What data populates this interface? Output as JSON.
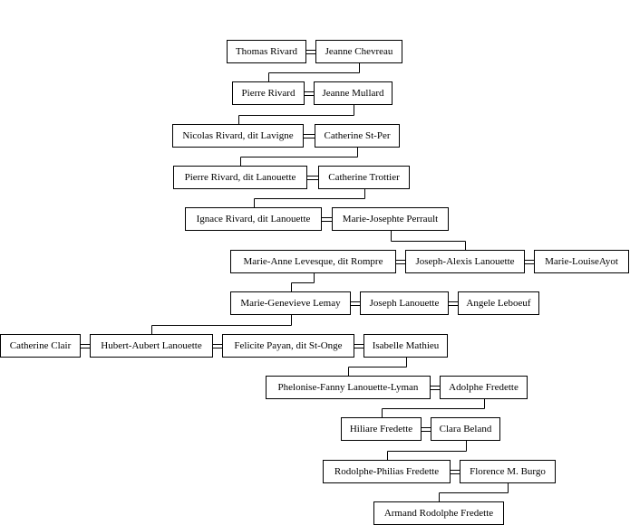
{
  "people": [
    {
      "id": "thomas",
      "name": "Thomas Rivard"
    },
    {
      "id": "jeanne_c",
      "name": "Jeanne Chevreau"
    },
    {
      "id": "pierre1",
      "name": "Pierre Rivard"
    },
    {
      "id": "jeanne_m",
      "name": "Jeanne Mullard"
    },
    {
      "id": "nicolas",
      "name": "Nicolas Rivard, dit Lavigne"
    },
    {
      "id": "catherine_st",
      "name": "Catherine St-Per"
    },
    {
      "id": "pierre2",
      "name": "Pierre Rivard, dit Lanouette"
    },
    {
      "id": "catherine_t",
      "name": "Catherine Trottier"
    },
    {
      "id": "ignace",
      "name": "Ignace Rivard, dit Lanouette"
    },
    {
      "id": "marie_jp",
      "name": "Marie-Josephte Perrault"
    },
    {
      "id": "marie_al",
      "name": "Marie-Anne Levesque, dit Rompre"
    },
    {
      "id": "joseph_al",
      "name": "Joseph-Alexis Lanouette"
    },
    {
      "id": "marie_la",
      "name": "Marie-LouiseAyot"
    },
    {
      "id": "marie_gl",
      "name": "Marie-Genevieve Lemay"
    },
    {
      "id": "joseph_l",
      "name": "Joseph Lanouette"
    },
    {
      "id": "angele",
      "name": "Angele Leboeuf"
    },
    {
      "id": "catherine_c",
      "name": "Catherine Clair"
    },
    {
      "id": "hubert",
      "name": "Hubert-Aubert Lanouette"
    },
    {
      "id": "felicite",
      "name": "Felicite Payan, dit St-Onge"
    },
    {
      "id": "isabelle",
      "name": "Isabelle Mathieu"
    },
    {
      "id": "phelonise",
      "name": "Phelonise-Fanny Lanouette-Lyman"
    },
    {
      "id": "adolphe",
      "name": "Adolphe Fredette"
    },
    {
      "id": "hiliare",
      "name": "Hiliare Fredette"
    },
    {
      "id": "clara",
      "name": "Clara Beland"
    },
    {
      "id": "rodolphe",
      "name": "Rodolphe-Philias Fredette"
    },
    {
      "id": "florence",
      "name": "Florence M. Burgo"
    },
    {
      "id": "armand",
      "name": "Armand Rodolphe Fredette"
    }
  ],
  "marriages": [
    [
      "thomas",
      "jeanne_c"
    ],
    [
      "pierre1",
      "jeanne_m"
    ],
    [
      "nicolas",
      "catherine_st"
    ],
    [
      "pierre2",
      "catherine_t"
    ],
    [
      "ignace",
      "marie_jp"
    ],
    [
      "marie_al",
      "joseph_al"
    ],
    [
      "joseph_al",
      "marie_la"
    ],
    [
      "marie_gl",
      "joseph_l"
    ],
    [
      "joseph_l",
      "angele"
    ],
    [
      "catherine_c",
      "hubert"
    ],
    [
      "hubert",
      "felicite"
    ],
    [
      "felicite",
      "isabelle"
    ],
    [
      "phelonise",
      "adolphe"
    ],
    [
      "hiliare",
      "clara"
    ],
    [
      "rodolphe",
      "florence"
    ]
  ],
  "descents": [
    {
      "from": "jeanne_c",
      "to": "pierre1"
    },
    {
      "from": "jeanne_m",
      "to": "nicolas"
    },
    {
      "from": "catherine_st",
      "to": "pierre2"
    },
    {
      "from": "catherine_t",
      "to": "ignace"
    },
    {
      "from": "marie_jp",
      "to": "joseph_al"
    },
    {
      "from": "marie_al",
      "to": "marie_gl"
    },
    {
      "from": "marie_gl",
      "to": "hubert"
    },
    {
      "from": "isabelle",
      "to": "phelonise"
    },
    {
      "from": "adolphe",
      "to": "hiliare"
    },
    {
      "from": "clara",
      "to": "rodolphe"
    },
    {
      "from": "florence",
      "to": "armand"
    }
  ]
}
